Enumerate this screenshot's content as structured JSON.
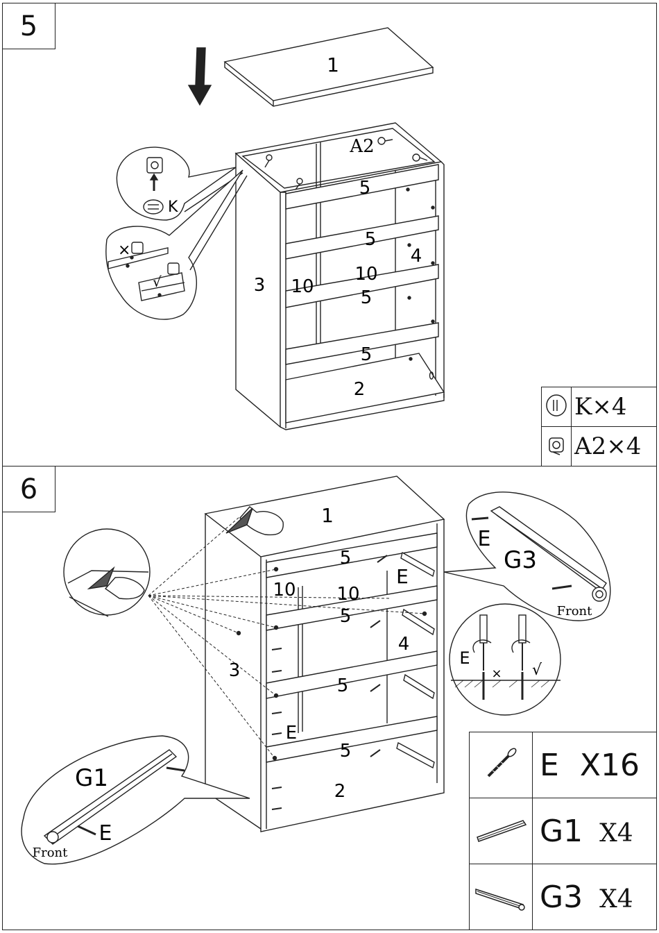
{
  "step5": {
    "number": "5",
    "labels": {
      "top_panel": "1",
      "cam_bolt": "A2",
      "shelf": "5",
      "back_panel": "4",
      "divider": "10",
      "side_panel": "3",
      "bottom_panel": "2",
      "cam_lock": "K"
    },
    "callout": {
      "wrong_mark": "×",
      "right_mark": "√"
    },
    "parts": [
      {
        "icon": "cam-lock-icon",
        "name": "K",
        "times": "×",
        "qty": "4"
      },
      {
        "icon": "cam-bolt-icon",
        "name": "A2",
        "times": "×",
        "qty": "4"
      }
    ]
  },
  "step6": {
    "number": "6",
    "labels": {
      "top_panel": "1",
      "shelf": "5",
      "divider": "10",
      "back_panel": "4",
      "side_panel": "3",
      "bottom_panel": "2",
      "screw": "E",
      "left_runner": "G1",
      "right_runner": "G3",
      "front": "Front"
    },
    "callout": {
      "screw_label": "E",
      "wrong_mark": "×",
      "right_mark": "√"
    },
    "parts": [
      {
        "icon": "screw-icon",
        "name": "E",
        "qty": "X16"
      },
      {
        "icon": "drawer-runner-g1-icon",
        "name": "G1",
        "qty": "X4"
      },
      {
        "icon": "drawer-runner-g3-icon",
        "name": "G3",
        "qty": "X4"
      }
    ]
  },
  "colors": {
    "ink": "#222222",
    "paper": "#ffffff",
    "grey_fill": "#555555"
  }
}
